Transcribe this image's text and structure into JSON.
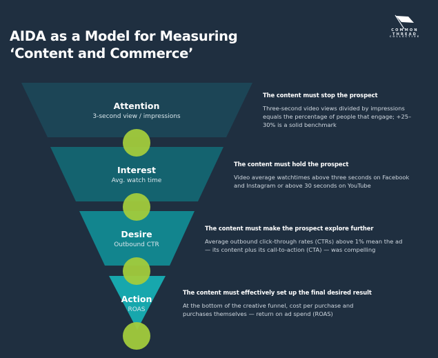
{
  "title": {
    "line1": "AIDA as a Model for Measuring",
    "line2": "‘Content and Commerce’"
  },
  "logo": {
    "icon": "flag-icon",
    "brand": "COMMON THREAD",
    "sub": "COLLECTIVE"
  },
  "colors": {
    "background": "#1f2f40",
    "attention": "#1c4556",
    "interest": "#14636f",
    "desire": "#12858e",
    "action": "#17a7ad",
    "connector": "#a2cb3c"
  },
  "stages": [
    {
      "label": "Attention",
      "metric": "3-second view / impressions",
      "heading": "The content must stop the prospect",
      "body": "Three-second video views divided by impressions equals the percentage of people that engage; +25–30% is a solid benchmark"
    },
    {
      "label": "Interest",
      "metric": "Avg. watch time",
      "heading": "The content must hold the prospect",
      "body": "Video average watchtimes above three seconds on Facebook and Instagram or above 30 seconds on YouTube"
    },
    {
      "label": "Desire",
      "metric": "Outbound CTR",
      "heading": "The content must make the prospect explore further",
      "body": "Average outbound click-through rates (CTRs) above 1% mean the ad — its content plus its call-to-action (CTA) — was compelling"
    },
    {
      "label": "Action",
      "metric": "ROAS",
      "heading": "The content must effectively set up the final desired result",
      "body": "At the bottom of the creative funnel, cost per purchase and purchases themselves — return on ad spend (ROAS)"
    }
  ]
}
